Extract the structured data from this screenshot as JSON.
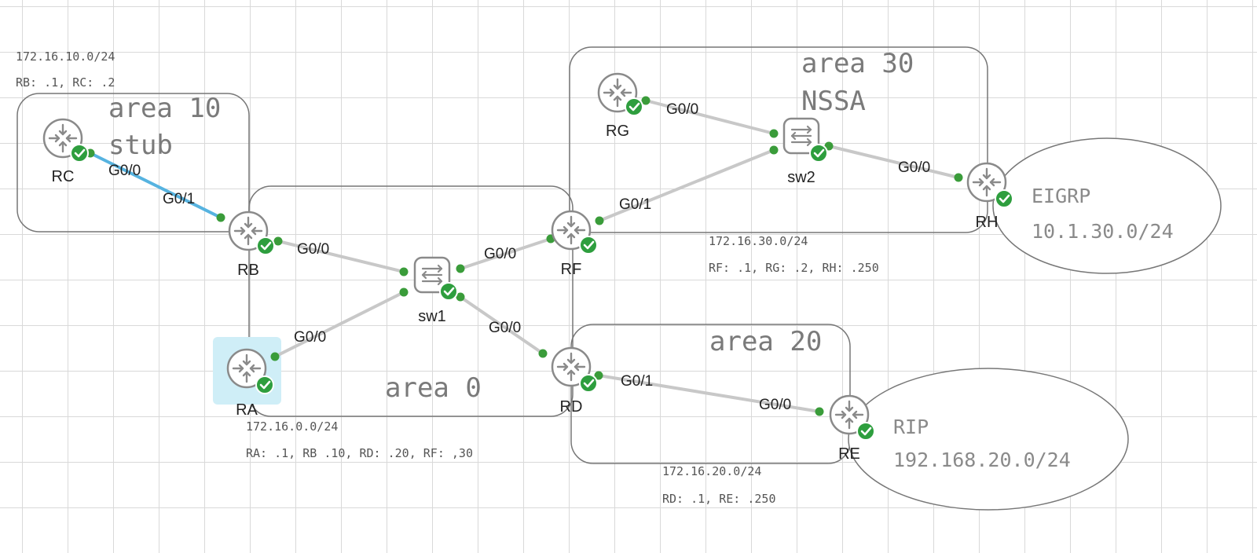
{
  "colors": {
    "area_border": "#777777",
    "link": "#c8c8c8",
    "selected_link": "#56b3e0",
    "port": "#3a9c3a",
    "status_ok": "#2e9e3e",
    "selection_bg": "#cfeef7",
    "device_ring": "#8a8a8a"
  },
  "areas": {
    "area10": {
      "line1": "area 10",
      "line2": "stub"
    },
    "area0": {
      "line1": "area 0"
    },
    "area30": {
      "line1": "area 30",
      "line2": "NSSA"
    },
    "area20": {
      "line1": "area 20"
    }
  },
  "clouds": {
    "eigrp": {
      "line1": "EIGRP",
      "line2": "10.1.30.0/24"
    },
    "rip": {
      "line1": "RIP",
      "line2": "192.168.20.0/24"
    }
  },
  "notes": {
    "net10": {
      "line1": "172.16.10.0/24",
      "line2": "RB: .1, RC: .2"
    },
    "net0": {
      "line1": "172.16.0.0/24",
      "line2": "RA: .1, RB .10, RD: .20, RF: ,30"
    },
    "net30": {
      "line1": "172.16.30.0/24",
      "line2": "RF: .1, RG: .2, RH: .250"
    },
    "net20": {
      "line1": "172.16.20.0/24",
      "line2": "RD: .1, RE: .250"
    }
  },
  "devices": {
    "RC": {
      "label": "RC",
      "icon": "router-icon",
      "status": "ok"
    },
    "RB": {
      "label": "RB",
      "icon": "router-icon",
      "status": "ok"
    },
    "RA": {
      "label": "RA",
      "icon": "router-icon",
      "status": "ok",
      "selected": true
    },
    "sw1": {
      "label": "sw1",
      "icon": "switch-icon",
      "status": "ok"
    },
    "RF": {
      "label": "RF",
      "icon": "router-icon",
      "status": "ok"
    },
    "RD": {
      "label": "RD",
      "icon": "router-icon",
      "status": "ok"
    },
    "RG": {
      "label": "RG",
      "icon": "router-icon",
      "status": "ok"
    },
    "sw2": {
      "label": "sw2",
      "icon": "switch-icon",
      "status": "ok"
    },
    "RH": {
      "label": "RH",
      "icon": "router-icon",
      "status": "ok"
    },
    "RE": {
      "label": "RE",
      "icon": "router-icon",
      "status": "ok"
    }
  },
  "links": {
    "rc_rb": {
      "a": "RC",
      "b": "RB",
      "a_if": "G0/0",
      "b_if": "G0/1",
      "selected": true
    },
    "rb_sw1": {
      "a": "RB",
      "b": "sw1",
      "a_if": "G0/0"
    },
    "ra_sw1": {
      "a": "RA",
      "b": "sw1",
      "a_if": "G0/0"
    },
    "rf_sw1": {
      "a": "RF",
      "b": "sw1",
      "a_if": "G0/0"
    },
    "rd_sw1": {
      "a": "RD",
      "b": "sw1",
      "a_if": "G0/0"
    },
    "rg_sw2": {
      "a": "RG",
      "b": "sw2",
      "a_if": "G0/0"
    },
    "rf_sw2": {
      "a": "RF",
      "b": "sw2",
      "a_if": "G0/1"
    },
    "rh_sw2": {
      "a": "RH",
      "b": "sw2",
      "a_if": "G0/0"
    },
    "rd_re": {
      "a": "RD",
      "b": "RE",
      "a_if": "G0/1",
      "b_if": "G0/0"
    }
  }
}
